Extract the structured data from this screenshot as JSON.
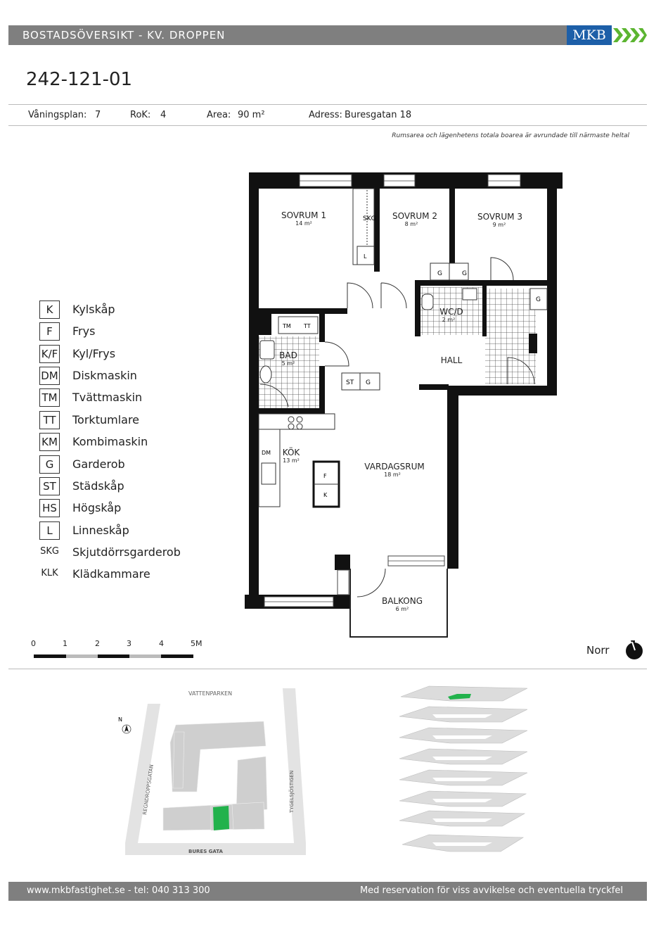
{
  "header": {
    "title": "BOSTADSÖVERSIKT - KV. DROPPEN",
    "logo_text": "MKB",
    "logo_color": "#1d5fa8",
    "logo_accent": "#5cb531"
  },
  "unit": {
    "id": "242-121-01"
  },
  "info": {
    "floor_label": "Våningsplan:",
    "floor_value": "7",
    "rooms_label": "RoK:",
    "rooms_value": "4",
    "area_label": "Area:",
    "area_value": "90 m²",
    "address_label": "Adress:",
    "address_value": "Buresgatan 18"
  },
  "disclaimer": "Rumsarea och lägenhetens totala boarea är avrundade till närmaste heltal",
  "legend": [
    {
      "code": "K",
      "label": "Kylskåp"
    },
    {
      "code": "F",
      "label": "Frys"
    },
    {
      "code": "K/F",
      "label": "Kyl/Frys"
    },
    {
      "code": "DM",
      "label": "Diskmaskin"
    },
    {
      "code": "TM",
      "label": "Tvättmaskin"
    },
    {
      "code": "TT",
      "label": "Torktumlare"
    },
    {
      "code": "KM",
      "label": "Kombimaskin"
    },
    {
      "code": "G",
      "label": "Garderob"
    },
    {
      "code": "ST",
      "label": "Städskåp"
    },
    {
      "code": "HS",
      "label": "Högskåp"
    },
    {
      "code": "L",
      "label": "Linneskåp"
    },
    {
      "code": "SKG",
      "label": "Skjutdörrsgarderob"
    },
    {
      "code": "KLK",
      "label": "Klädkammare"
    }
  ],
  "floorplan": {
    "rooms": {
      "sovrum1": {
        "name": "SOVRUM 1",
        "area": "14 m²"
      },
      "sovrum2": {
        "name": "SOVRUM 2",
        "area": "8 m²"
      },
      "sovrum3": {
        "name": "SOVRUM 3",
        "area": "9 m²"
      },
      "bad": {
        "name": "BAD",
        "area": "5 m²"
      },
      "wcd": {
        "name": "WC/D",
        "area": "2 m²"
      },
      "hall": {
        "name": "HALL"
      },
      "kok": {
        "name": "KÖK",
        "area": "13 m²"
      },
      "vardagsrum": {
        "name": "VARDAGSRUM",
        "area": "18 m²"
      },
      "balkong": {
        "name": "BALKONG",
        "area": "6 m²"
      }
    },
    "fixtures": {
      "skg": "SKG",
      "l": "L",
      "g": "G",
      "st": "ST",
      "tm": "TM",
      "tt": "TT",
      "dm": "DM",
      "f": "F",
      "k": "K"
    }
  },
  "scale": {
    "labels": [
      "0",
      "1",
      "2",
      "3",
      "4",
      "5M"
    ]
  },
  "north": {
    "label": "Norr"
  },
  "site_map": {
    "street_top": "VATTENPARKEN",
    "street_left": "REGNDROPPSGATAN",
    "street_right": "TYGELSJÖSTIGEN",
    "street_bottom": "BURES GATA",
    "compass": "N",
    "highlight_color": "#22b24c"
  },
  "footer": {
    "left": "www.mkbfastighet.se - tel: 040 313 300",
    "right": "Med reservation för viss avvikelse och eventuella tryckfel"
  }
}
